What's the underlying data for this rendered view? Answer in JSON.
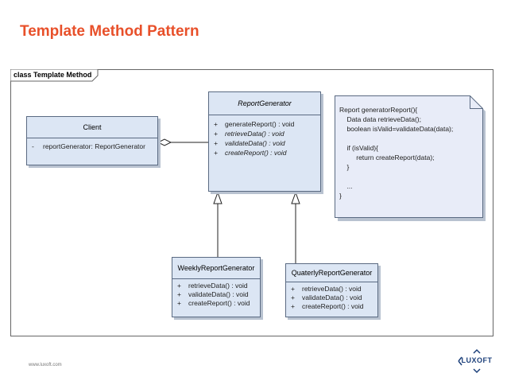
{
  "title": "Template Method Pattern",
  "frame_label": "class Template Method",
  "client": {
    "name": "Client",
    "attributes": [
      {
        "vis": "-",
        "text": "reportGenerator:  ReportGenerator"
      }
    ]
  },
  "report_generator": {
    "name": "ReportGenerator",
    "operations": [
      {
        "vis": "+",
        "text": "generateReport() : void"
      },
      {
        "vis": "+",
        "text": "retrieveData() : void"
      },
      {
        "vis": "+",
        "text": "validateData() : void"
      },
      {
        "vis": "+",
        "text": "createReport() : void"
      }
    ]
  },
  "weekly": {
    "name": "WeeklyReportGenerator",
    "operations": [
      {
        "vis": "+",
        "text": "retrieveData() : void"
      },
      {
        "vis": "+",
        "text": "validateData() : void"
      },
      {
        "vis": "+",
        "text": "createReport() : void"
      }
    ]
  },
  "quarterly": {
    "name": "QuaterlyReportGenerator",
    "operations": [
      {
        "vis": "+",
        "text": "retrieveData() : void"
      },
      {
        "vis": "+",
        "text": "validateData() : void"
      },
      {
        "vis": "+",
        "text": "createReport() : void"
      }
    ]
  },
  "note": {
    "text": "Report generatorReport(){\n    Data data retrieveData();\n    boolean isValid=validateData(data);\n\n    if (isValid){\n         return createReport(data);\n    }\n\n    ...\n}"
  },
  "footer": {
    "url": "www.luxoft.com",
    "logo": "LUXOFT"
  },
  "colors": {
    "title": "#e8502a",
    "class_fill": "#dce6f4",
    "note_fill": "#e8ecf8",
    "logo": "#1b3f7a"
  }
}
